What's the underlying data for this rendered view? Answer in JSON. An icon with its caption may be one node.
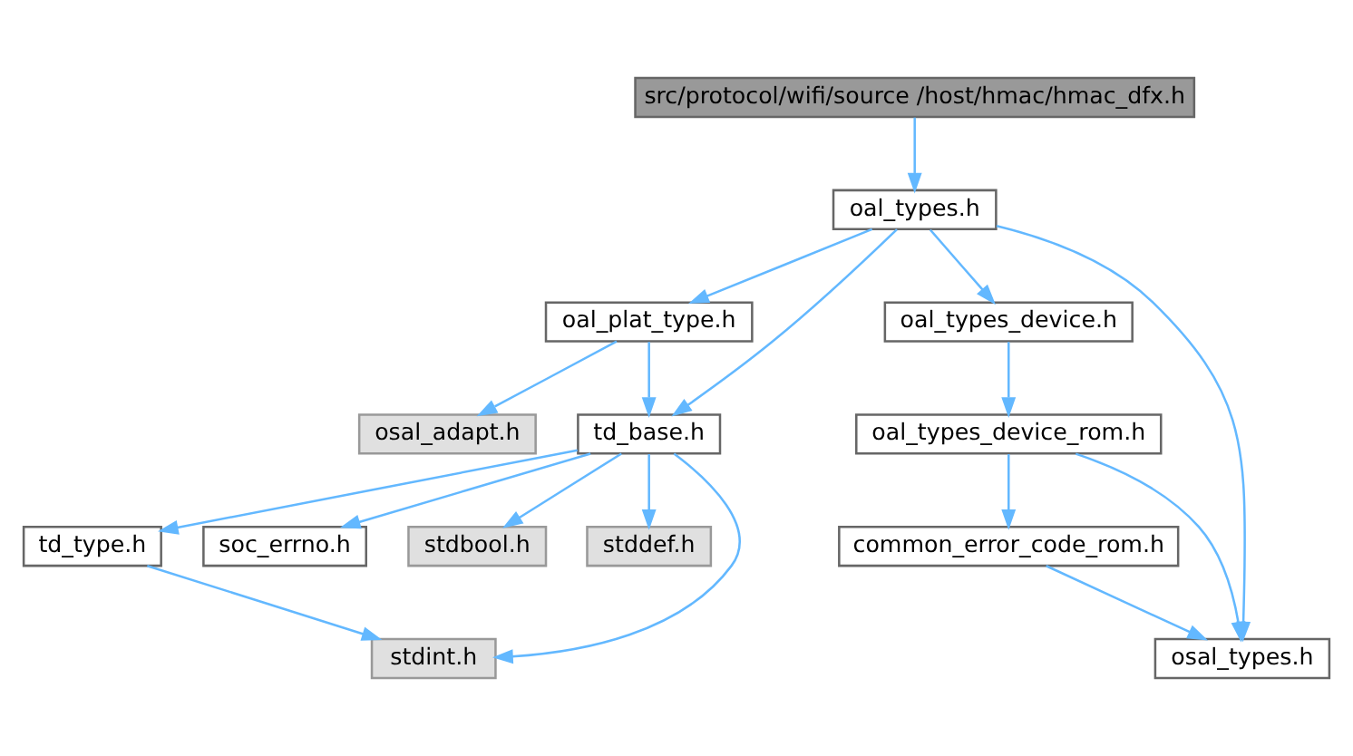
{
  "diagram": {
    "nodes": [
      {
        "text": [
          "src/protocol/wifi/source /host/hmac/hmac_dfx.h"
        ]
      },
      {
        "text": [
          "oal_types.h"
        ]
      },
      {
        "text": [
          "oal_plat_type.h"
        ]
      },
      {
        "text": [
          "oal_types_device.h"
        ]
      },
      {
        "text": [
          "td_base.h"
        ]
      },
      {
        "text": [
          "osal_adapt.h"
        ]
      },
      {
        "text": [
          "oal_types_device_rom.h"
        ]
      },
      {
        "text": [
          "td_type.h"
        ]
      },
      {
        "text": [
          "soc_errno.h"
        ]
      },
      {
        "text": [
          "stdbool.h"
        ]
      },
      {
        "text": [
          "stddef.h"
        ]
      },
      {
        "text": [
          "common_error_code_rom.h"
        ]
      },
      {
        "text": [
          "stdint.h"
        ]
      },
      {
        "text": [
          "osal_types.h"
        ]
      }
    ],
    "edges": [
      {
        "from": 0,
        "to": 1,
        "arrow": "to"
      },
      {
        "from": 1,
        "to": 4,
        "arrow": "to"
      },
      {
        "from": 1,
        "to": 2,
        "arrow": "to"
      },
      {
        "from": 1,
        "to": 3,
        "arrow": "to"
      },
      {
        "from": 1,
        "to": 13,
        "arrow": "to"
      },
      {
        "from": 2,
        "to": 4,
        "arrow": "to"
      },
      {
        "from": 2,
        "to": 5,
        "arrow": "to"
      },
      {
        "from": 3,
        "to": 6,
        "arrow": "to"
      },
      {
        "from": 4,
        "to": 12,
        "arrow": "to"
      },
      {
        "from": 4,
        "to": 7,
        "arrow": "to"
      },
      {
        "from": 4,
        "to": 8,
        "arrow": "to"
      },
      {
        "from": 4,
        "to": 9,
        "arrow": "to"
      },
      {
        "from": 4,
        "to": 10,
        "arrow": "to"
      },
      {
        "from": 6,
        "to": 11,
        "arrow": "to"
      },
      {
        "from": 6,
        "to": 13,
        "arrow": "to"
      },
      {
        "from": 7,
        "to": 12,
        "arrow": "to"
      },
      {
        "from": 11,
        "to": 13,
        "arrow": "to"
      }
    ]
  }
}
